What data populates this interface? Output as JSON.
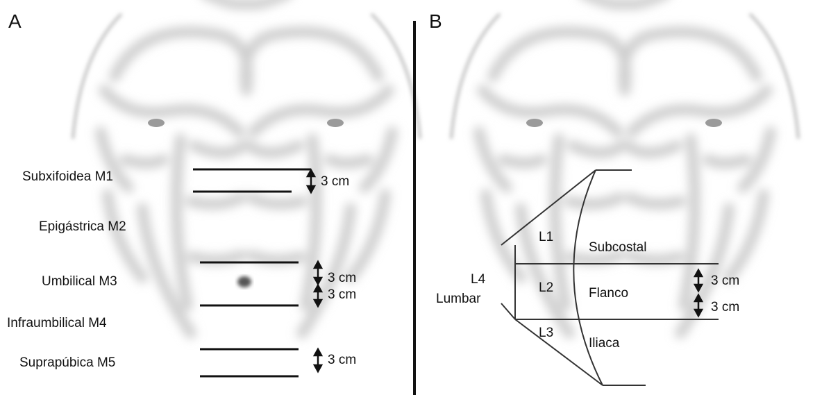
{
  "panel_a": {
    "letter": "A",
    "regions": [
      "Subxifoidea M1",
      "Epigástrica M2",
      "Umbilical M3",
      "Infraumbilical M4",
      "Suprapúbica M5"
    ],
    "measurements": [
      "3 cm",
      "3 cm",
      "3 cm",
      "3 cm"
    ]
  },
  "panel_b": {
    "letter": "B",
    "regions": [
      "L1",
      "L2",
      "L3",
      "L4",
      "Lumbar",
      "Subcostal",
      "Flanco",
      "Iliaca"
    ],
    "measurements": [
      "3 cm",
      "3 cm"
    ]
  },
  "colors": {
    "line": "#111111",
    "body_shadow": "#cfcfcf",
    "text": "#111111"
  }
}
